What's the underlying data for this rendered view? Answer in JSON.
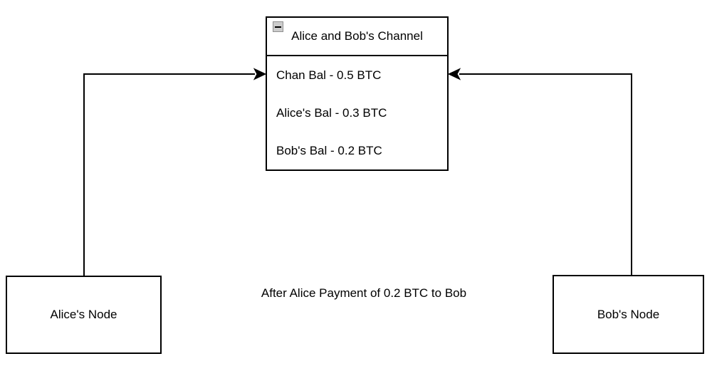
{
  "diagram": {
    "channel_box": {
      "title": "Alice and Bob's Channel",
      "rows": [
        "Chan Bal - 0.5 BTC",
        "Alice's Bal - 0.3 BTC",
        "Bob's Bal - 0.2 BTC"
      ],
      "collapse_icon": "minus-square-icon"
    },
    "nodes": {
      "alice": {
        "label": "Alice's Node"
      },
      "bob": {
        "label": "Bob's Node"
      }
    },
    "caption": "After Alice Payment of 0.2 BTC to Bob",
    "colors": {
      "stroke": "#000000",
      "fill": "#ffffff",
      "collapse_fill": "#cccccc"
    }
  }
}
